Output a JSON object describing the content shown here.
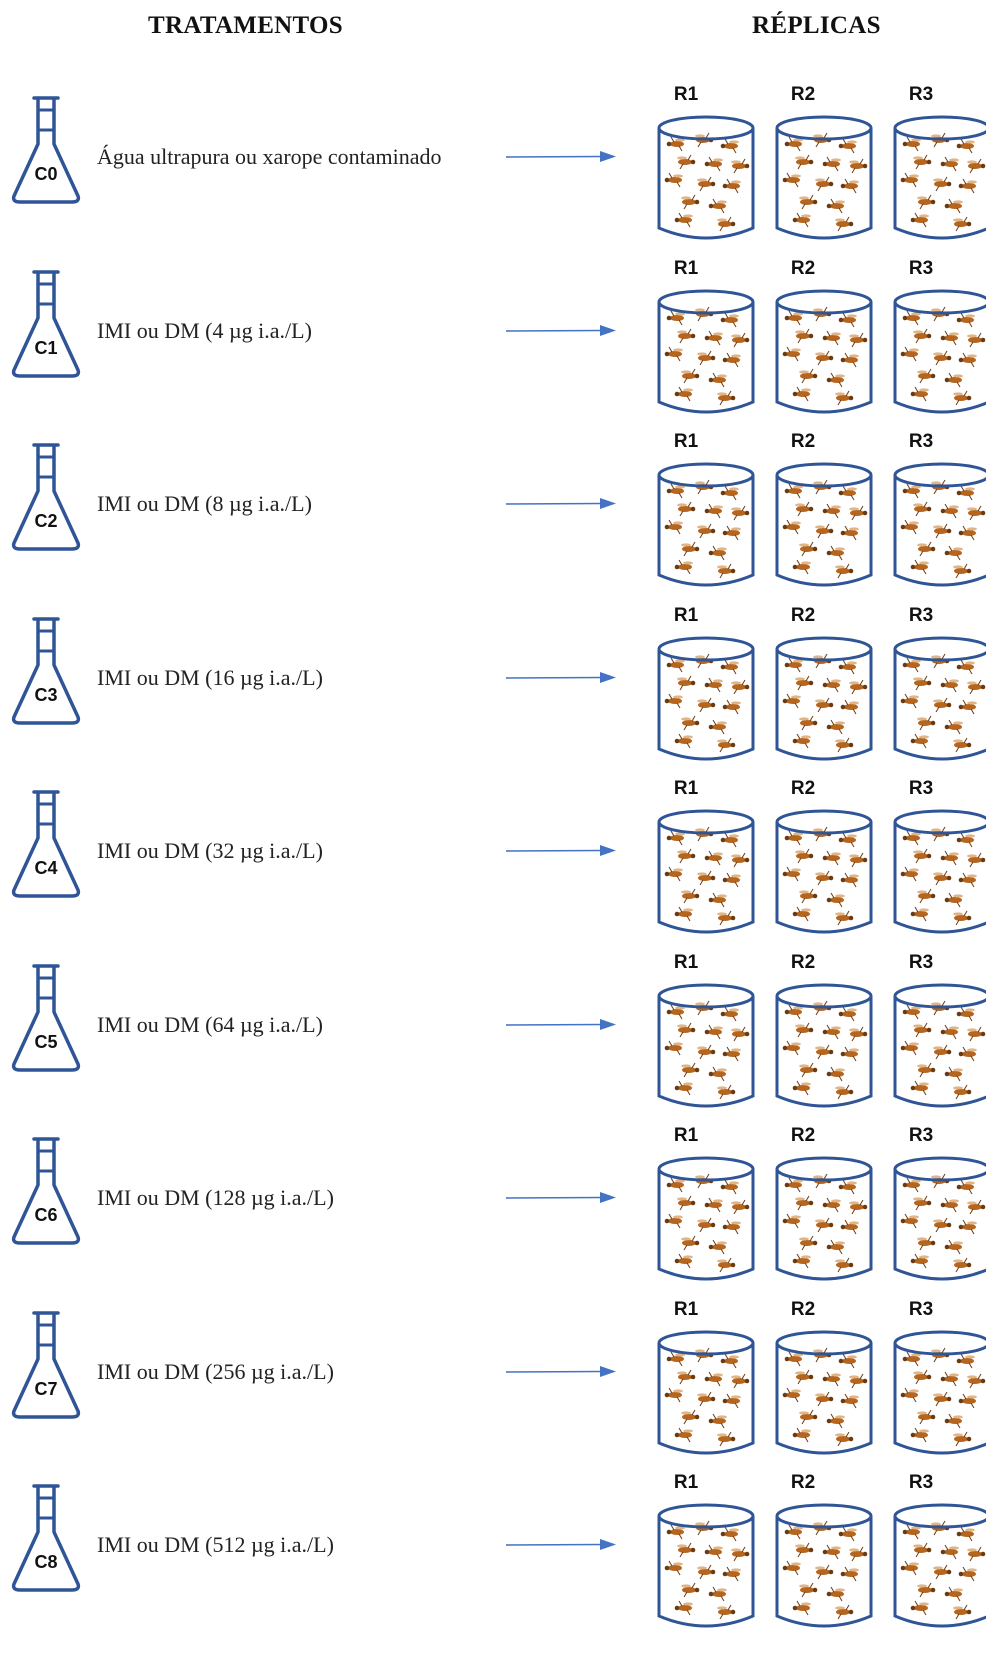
{
  "headers": {
    "treatments": "TRATAMENTOS",
    "replicates": "RÉPLICAS"
  },
  "replicate_labels": [
    "R1",
    "R2",
    "R3"
  ],
  "colors": {
    "outline": "#2F5597",
    "arrow": "#4472C4",
    "bee": "#B5651D"
  },
  "rows": [
    {
      "code": "C0",
      "treatment": "Água ultrapura ou xarope contaminado"
    },
    {
      "code": "C1",
      "treatment": "IMI ou DM (4 µg i.a./L)"
    },
    {
      "code": "C2",
      "treatment": "IMI ou DM (8 µg i.a./L)"
    },
    {
      "code": "C3",
      "treatment": "IMI ou DM (16 µg i.a./L)"
    },
    {
      "code": "C4",
      "treatment": "IMI ou DM (32 µg i.a./L)"
    },
    {
      "code": "C5",
      "treatment": "IMI ou DM (64 µg i.a./L)"
    },
    {
      "code": "C6",
      "treatment": "IMI ou DM (128 µg i.a./L)"
    },
    {
      "code": "C7",
      "treatment": "IMI ou DM (256 µg i.a./L)"
    },
    {
      "code": "C8",
      "treatment": "IMI ou DM (512 µg i.a./L)"
    }
  ]
}
